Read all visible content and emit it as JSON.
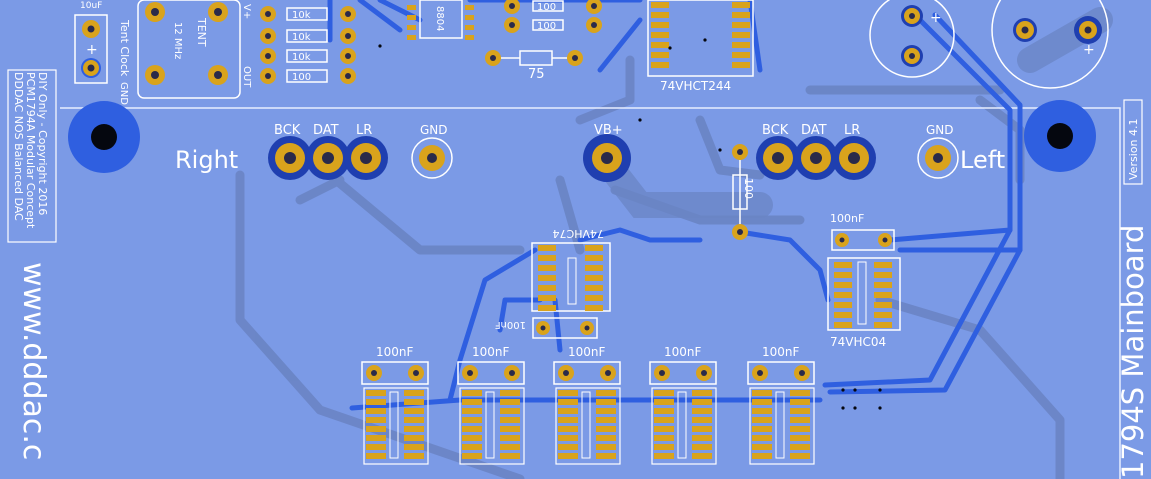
{
  "colors": {
    "board": "#7b9ae6",
    "trace_top": "#2f5fe0",
    "trace_bottom": "#6a84c4",
    "pad": "#d9a31c",
    "hole": "#2a2a4a",
    "silk": "#ffffff",
    "mount_hole": "#05070f"
  },
  "silkscreen": {
    "right_label": "Right",
    "left_label": "Left",
    "website": "www.dddac.c",
    "copyright_lines": [
      "DIY Only - Copyright 2016",
      "PCM1794A Modular Concept",
      "DDDAC NOS Balanced DAC"
    ],
    "version": "Version 4.1",
    "mainboard": "1794S Mainboard",
    "connector_labels": [
      "BCK",
      "DAT",
      "LR",
      "GND"
    ],
    "vb_label": "VB+",
    "tent_clock": "Tent Clock",
    "tent": "TENT",
    "freq": "12 MHz",
    "gnd_small": "GND",
    "v_plus": "V+",
    "out": "OUT",
    "cap_10uf": "10uF",
    "plus": "+",
    "res_10k": "10k",
    "res_100": "100",
    "res_75": "75",
    "res_100_vertical": "100",
    "chip_8804": "8804",
    "ic_74vhct244": "74VHCT244",
    "ic_74vhc74": "74VHC74",
    "ic_74vhc04": "74VHC04",
    "cap_100nf": "100nF"
  }
}
